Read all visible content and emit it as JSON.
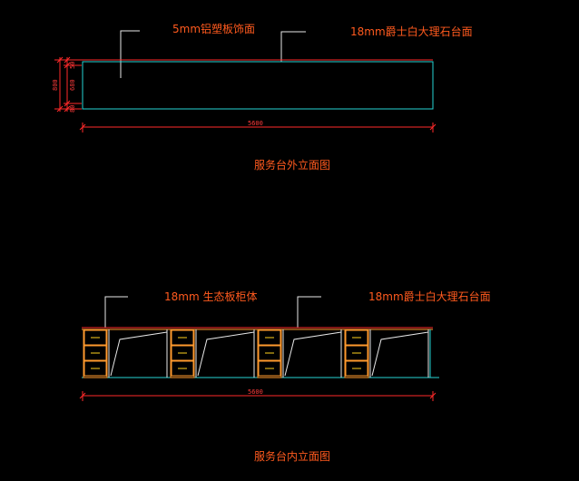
{
  "drawing": {
    "top_view": {
      "label_left": "5mm铝塑板饰面",
      "label_right": "18mm爵士白大理石台面",
      "dim_total": "5600",
      "dim_v_total": "800",
      "dim_v_top": "50",
      "dim_v_mid": "680",
      "dim_v_bottom": "80",
      "title": "服务台外立面图"
    },
    "bottom_view": {
      "label_left": "18mm 生态板柜体",
      "label_right": "18mm爵士白大理石台面",
      "dim_total": "5600",
      "title": "服务台内立面图"
    }
  },
  "colors": {
    "background": "#000000",
    "text": "#ff5a1e",
    "dimension": "#ff2a2a",
    "outline": "#26d4d4",
    "leader": "#e8e8e8",
    "cabinet": "#ff9a2e",
    "handle": "#ffd21e"
  }
}
